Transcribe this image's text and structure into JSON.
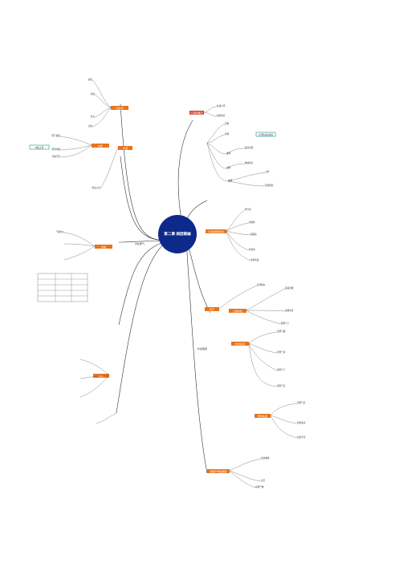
{
  "center": {
    "title": "第二章 病因微幽"
  },
  "main_branches": {
    "left": "内生邪气",
    "right": "外感病因"
  },
  "categories": {
    "right": [
      "六淫的概念",
      "六淫的致病特点",
      "疠气",
      "七情内伤",
      "饮食失宜",
      "劳逸失度",
      "病理产物性病因"
    ],
    "left": [
      "内生风",
      "内寒",
      "内湿",
      "内燥",
      "内火"
    ],
    "teal_right": "六淫各自的性质",
    "teal_left": "内生五邪"
  },
  "text_nodes": [
    "病理产物",
    "病机特点",
    "临床表现",
    "致病特点",
    "形成原因",
    "痰饮",
    "瘀血",
    "结石",
    "风邪",
    "寒邪",
    "暑邪",
    "湿邪",
    "燥邪",
    "火邪",
    "外感六淫",
    "季节性",
    "地域性",
    "相兼性",
    "转化性",
    "传染性强",
    "症状相似",
    "发病急骤",
    "病情危重",
    "怒则气上",
    "喜则气缓",
    "悲则气消",
    "恐则气下",
    "惊则气乱",
    "思则气结",
    "饥饱失常",
    "饮食不洁",
    "饮食偏嗜",
    "过劳",
    "过逸",
    "阳气偏衰",
    "阴寒内盛",
    "津液不足",
    "阴虚火旺",
    "气郁化火"
  ],
  "table": {
    "header": [
      "",
      "",
      ""
    ],
    "rows": [
      [
        "",
        "",
        ""
      ],
      [
        "",
        "",
        ""
      ],
      [
        "",
        "",
        ""
      ],
      [
        "",
        "",
        ""
      ],
      [
        "",
        "",
        ""
      ]
    ]
  },
  "colors": {
    "center_fill": "#0d2a8a",
    "branch_stroke": "#333333",
    "category_fill": "#e7741d",
    "category_red": "#d94a3a",
    "teal_fill": "#1a9a8a",
    "link_blue": "#2a4fa8"
  }
}
